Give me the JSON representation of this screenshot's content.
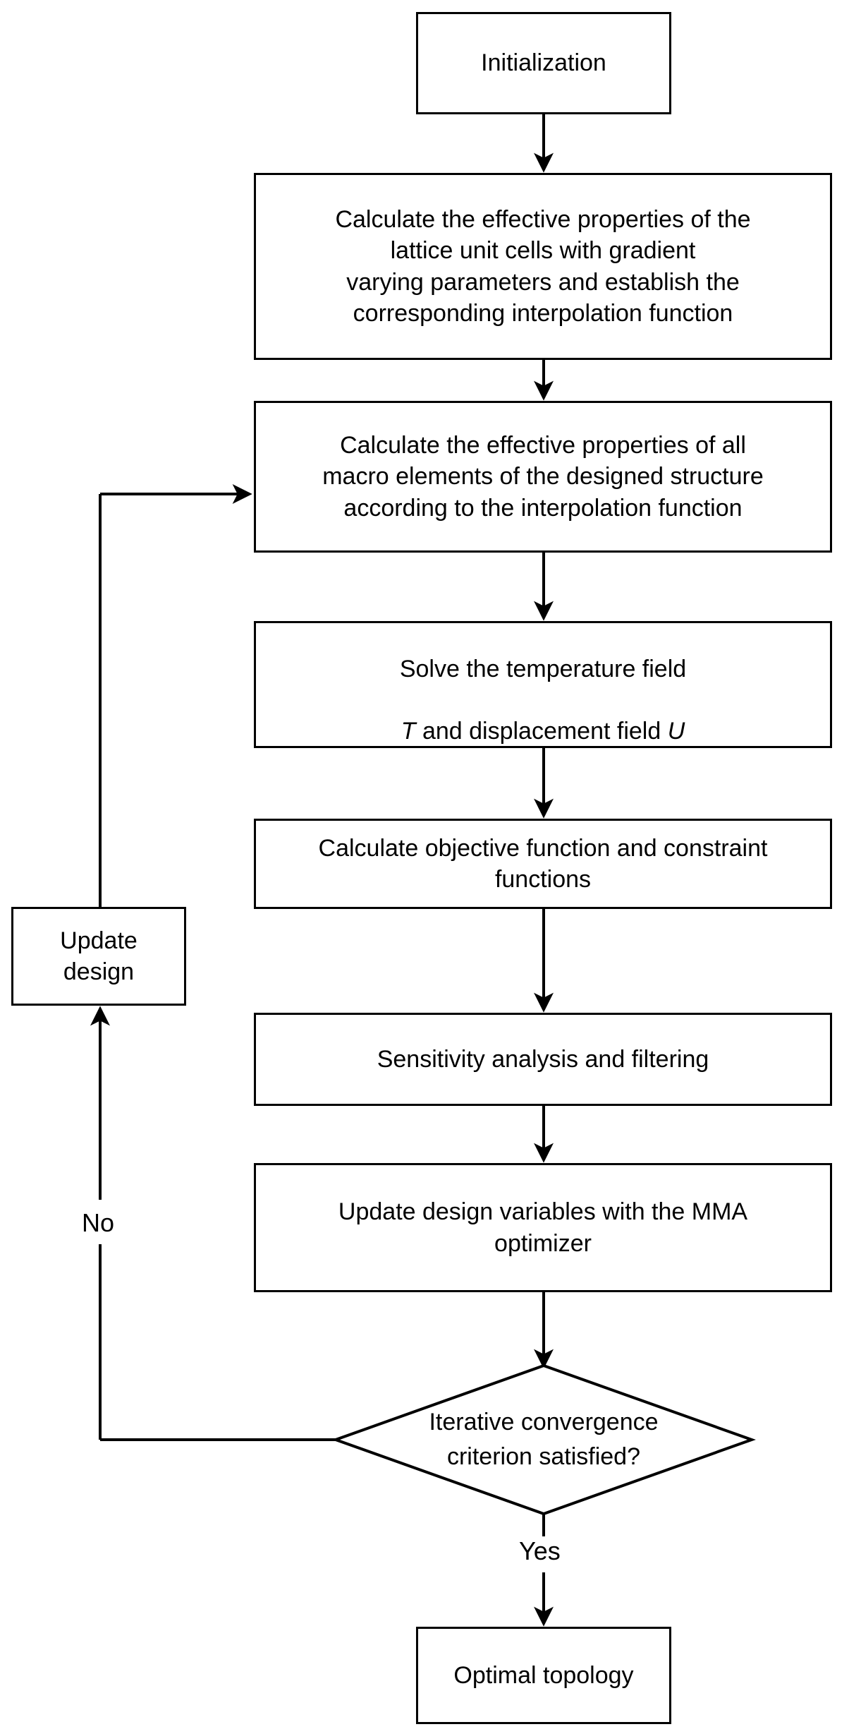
{
  "diagram": {
    "type": "flowchart",
    "title": "Topology optimization procedure flowchart",
    "orientation": "vertical",
    "background_color": "#ffffff",
    "line_color": "#000000",
    "text_color": "#000000"
  },
  "nodes": {
    "initialization": {
      "label": "Initialization",
      "shape": "rectangle"
    },
    "effective_properties_unit_cells": {
      "label": "Calculate the effective properties of the\nlattice unit cells with gradient\nvarying parameters and establish the\ncorresponding interpolation function",
      "shape": "rectangle"
    },
    "effective_properties_macro": {
      "label": "Calculate the effective properties of all\nmacro elements of the designed structure\naccording to the interpolation function",
      "shape": "rectangle"
    },
    "solve_fields": {
      "line1": "Solve the temperature field",
      "line2_prefix": "",
      "sym_t": "T",
      "line2_mid": " and displacement field ",
      "sym_u": "U",
      "shape": "rectangle"
    },
    "objective_constraints": {
      "label": "Calculate objective function and constraint\nfunctions",
      "shape": "rectangle"
    },
    "sensitivity": {
      "label": "Sensitivity analysis and filtering",
      "shape": "rectangle"
    },
    "mma_update": {
      "label": "Update design variables with the MMA\noptimizer",
      "shape": "rectangle"
    },
    "convergence_decision": {
      "label": "Iterative convergence\ncriterion satisfied?",
      "shape": "diamond"
    },
    "update_design": {
      "label": "Update\ndesign",
      "shape": "rectangle"
    },
    "optimal_topology": {
      "label": "Optimal topology",
      "shape": "rectangle"
    }
  },
  "edge_labels": {
    "no": "No",
    "yes": "Yes"
  },
  "edges": [
    {
      "from": "initialization",
      "to": "effective_properties_unit_cells",
      "label": ""
    },
    {
      "from": "effective_properties_unit_cells",
      "to": "effective_properties_macro",
      "label": ""
    },
    {
      "from": "effective_properties_macro",
      "to": "solve_fields",
      "label": ""
    },
    {
      "from": "solve_fields",
      "to": "objective_constraints",
      "label": ""
    },
    {
      "from": "objective_constraints",
      "to": "sensitivity",
      "label": ""
    },
    {
      "from": "sensitivity",
      "to": "mma_update",
      "label": ""
    },
    {
      "from": "mma_update",
      "to": "convergence_decision",
      "label": ""
    },
    {
      "from": "convergence_decision",
      "to": "update_design",
      "label": "No"
    },
    {
      "from": "update_design",
      "to": "effective_properties_macro",
      "label": ""
    },
    {
      "from": "convergence_decision",
      "to": "optimal_topology",
      "label": "Yes"
    }
  ]
}
